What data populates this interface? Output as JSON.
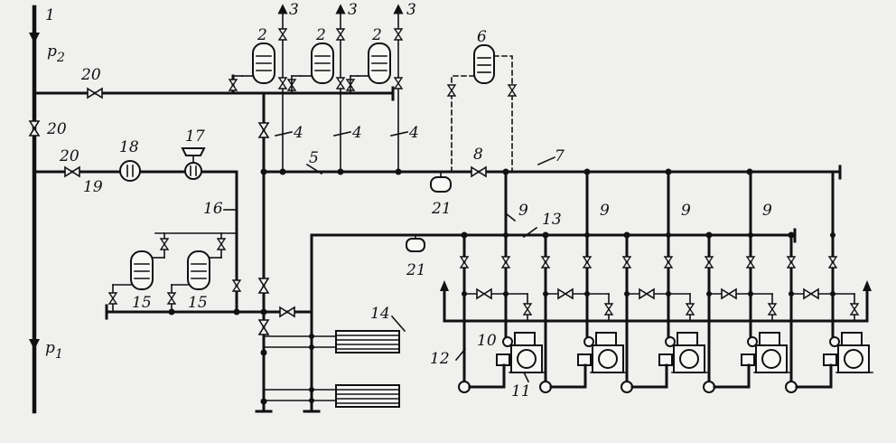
{
  "labels": {
    "l1": "1",
    "p2": "p",
    "p2_sub": "2",
    "p1": "p",
    "p1_sub": "1",
    "l20a": "20",
    "l20b": "20",
    "l20c": "20",
    "l19": "19",
    "l18": "18",
    "l17": "17",
    "l16": "16",
    "l15a": "15",
    "l15b": "15",
    "l2a": "2",
    "l2b": "2",
    "l2c": "2",
    "l3a": "3",
    "l3b": "3",
    "l3c": "3",
    "l4a": "4",
    "l4b": "4",
    "l4c": "4",
    "l5": "5",
    "l6": "6",
    "l7": "7",
    "l8": "8",
    "l9a": "9",
    "l9b": "9",
    "l9c": "9",
    "l9d": "9",
    "l13": "13",
    "l21a": "21",
    "l21b": "21",
    "l14": "14",
    "l12": "12",
    "l10": "10",
    "l11": "11"
  }
}
